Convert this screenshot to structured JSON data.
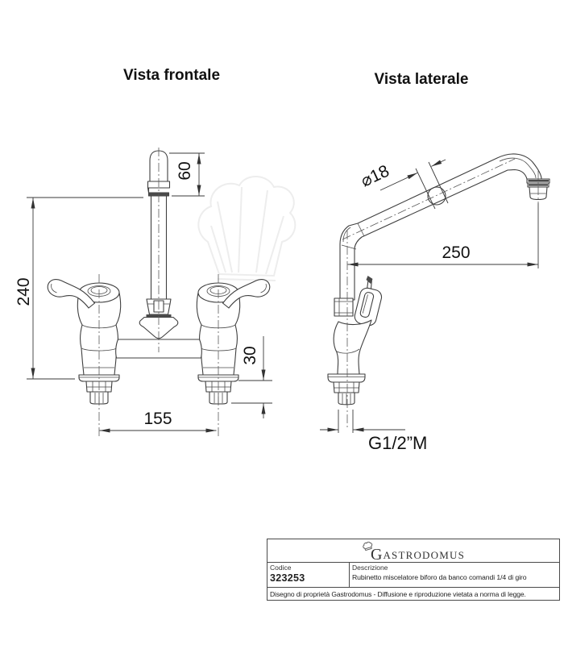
{
  "front_view": {
    "title": "Vista frontale",
    "dimensions": {
      "total_height": "240",
      "spout_top_height": "60",
      "under_deck": "30",
      "center_distance": "155"
    }
  },
  "side_view": {
    "title": "Vista laterale",
    "dimensions": {
      "spout_reach": "250",
      "spout_diameter": "⌀18",
      "thread_size": "G1/2”M"
    }
  },
  "title_block": {
    "brand_initial": "G",
    "brand_rest": "ASTRODOMUS",
    "code_label": "Codice",
    "code_value": "323253",
    "description_label": "Descrizione",
    "description_value": "Rubinetto miscelatore biforo da banco comandi 1/4 di giro",
    "disclaimer": "Disegno di proprietà Gastrodomus - Diffusione e riproduzione vietata a norma di legge."
  },
  "colors": {
    "line": "#3f3f3f",
    "text": "#111111",
    "border": "#4a4a4a",
    "background": "#ffffff"
  }
}
